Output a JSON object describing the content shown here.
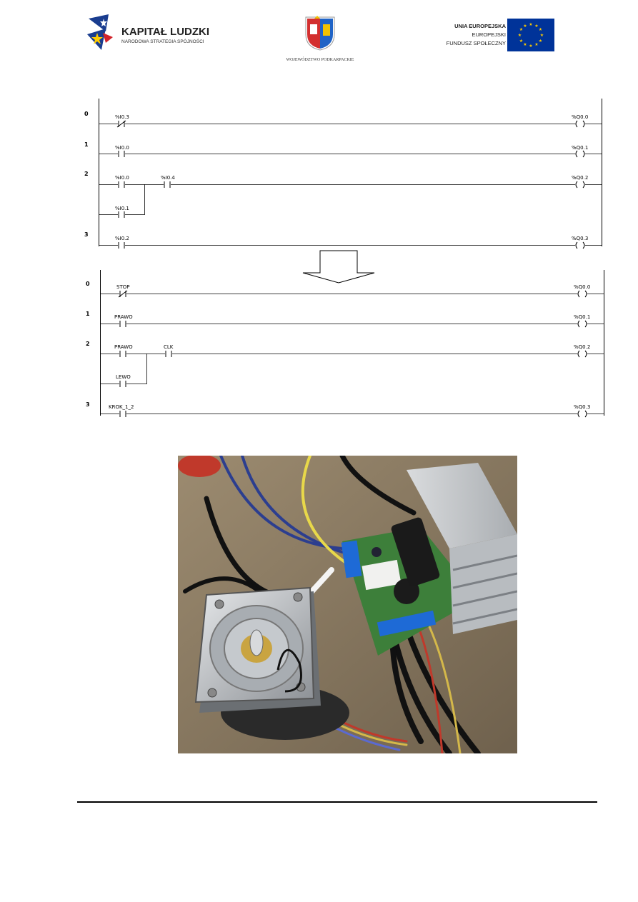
{
  "header": {
    "kapital": {
      "title": "KAPITAŁ LUDZKI",
      "subtitle": "NARODOWA STRATEGIA SPÓJNOŚCI"
    },
    "region": {
      "caption": "WOJEWÓDZTWO PODKARPACKIE"
    },
    "eu": {
      "line1": "UNIA EUROPEJSKA",
      "line2": "EUROPEJSKI",
      "line3": "FUNDUSZ SPOŁECZNY"
    }
  },
  "ladder_top": {
    "rungs": [
      {
        "num": "0",
        "contact": "%I0.3",
        "coil": "%Q0.0"
      },
      {
        "num": "1",
        "contact": "%I0.0",
        "coil": "%Q0.1"
      },
      {
        "num": "2",
        "contact": "%I0.0",
        "series": "%I0.4",
        "parallel": "%I0.1",
        "coil": "%Q0.2"
      },
      {
        "num": "3",
        "contact": "%I0.2",
        "coil": "%Q0.3"
      }
    ]
  },
  "ladder_bottom": {
    "rungs": [
      {
        "num": "0",
        "contact": "STOP",
        "coil": "%Q0.0"
      },
      {
        "num": "1",
        "contact": "PRAWO",
        "coil": "%Q0.1"
      },
      {
        "num": "2",
        "contact": "PRAWO",
        "series": "CLK",
        "parallel": "LEWO",
        "coil": "%Q0.2"
      },
      {
        "num": "3",
        "contact": "KROK_1_2",
        "coil": "%Q0.3"
      }
    ]
  },
  "colors": {
    "eu_blue": "#003399",
    "eu_star": "#ffcc00",
    "kl_blue": "#1a3d8f",
    "kl_red": "#d2232a",
    "region_red": "#d32f2f"
  }
}
